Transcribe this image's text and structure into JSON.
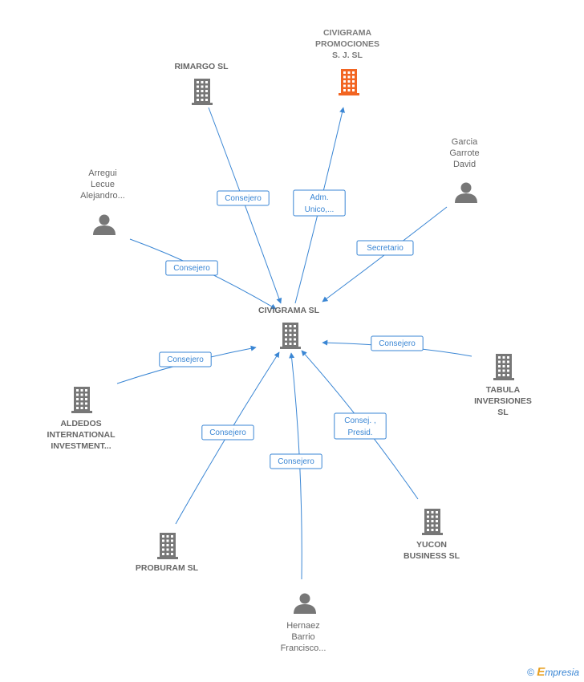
{
  "diagram": {
    "center": "CIVIGRAMA  SL",
    "colors": {
      "edge": "#3a86d4",
      "company": "#777777",
      "highlight": "#f26522",
      "person": "#777777"
    },
    "nodes": [
      {
        "id": "civigrama-sl",
        "kind": "company",
        "lines": [
          "CIVIGRAMA  SL"
        ]
      },
      {
        "id": "civigrama-promociones",
        "kind": "company",
        "highlight": true,
        "lines": [
          "CIVIGRAMA",
          "PROMOCIONES",
          "S. J.  SL"
        ]
      },
      {
        "id": "rimargo",
        "kind": "company",
        "lines": [
          "RIMARGO SL"
        ]
      },
      {
        "id": "garcia-garrote",
        "kind": "person",
        "lines": [
          "Garcia",
          "Garrote",
          "David"
        ]
      },
      {
        "id": "arregui-lecue",
        "kind": "person",
        "lines": [
          "Arregui",
          "Lecue",
          "Alejandro..."
        ]
      },
      {
        "id": "tabula",
        "kind": "company",
        "lines": [
          "TABULA",
          "INVERSIONES",
          "SL"
        ]
      },
      {
        "id": "aldedos",
        "kind": "company",
        "lines": [
          "ALDEDOS",
          "INTERNATIONAL",
          "INVESTMENT..."
        ]
      },
      {
        "id": "yucon",
        "kind": "company",
        "lines": [
          "YUCON",
          "BUSINESS  SL"
        ]
      },
      {
        "id": "proburam",
        "kind": "company",
        "lines": [
          "PROBURAM SL"
        ]
      },
      {
        "id": "hernaez",
        "kind": "person",
        "lines": [
          "Hernaez",
          "Barrio",
          "Francisco..."
        ]
      }
    ],
    "edges": [
      {
        "from": "civigrama-sl",
        "to": "civigrama-promociones",
        "lines": [
          "Adm.",
          "Unico,..."
        ]
      },
      {
        "from": "rimargo",
        "to": "civigrama-sl",
        "lines": [
          "Consejero"
        ]
      },
      {
        "from": "garcia-garrote",
        "to": "civigrama-sl",
        "lines": [
          "Secretario"
        ]
      },
      {
        "from": "arregui-lecue",
        "to": "civigrama-sl",
        "lines": [
          "Consejero"
        ]
      },
      {
        "from": "tabula",
        "to": "civigrama-sl",
        "lines": [
          "Consejero"
        ]
      },
      {
        "from": "aldedos",
        "to": "civigrama-sl",
        "lines": [
          "Consejero"
        ]
      },
      {
        "from": "yucon",
        "to": "civigrama-sl",
        "lines": [
          "Consej. ,",
          "Presid."
        ]
      },
      {
        "from": "proburam",
        "to": "civigrama-sl",
        "lines": [
          "Consejero"
        ]
      },
      {
        "from": "hernaez",
        "to": "civigrama-sl",
        "lines": [
          "Consejero"
        ]
      }
    ]
  },
  "footer": {
    "copyright": "©",
    "brand_initial": "E",
    "brand_rest": "mpresia"
  }
}
